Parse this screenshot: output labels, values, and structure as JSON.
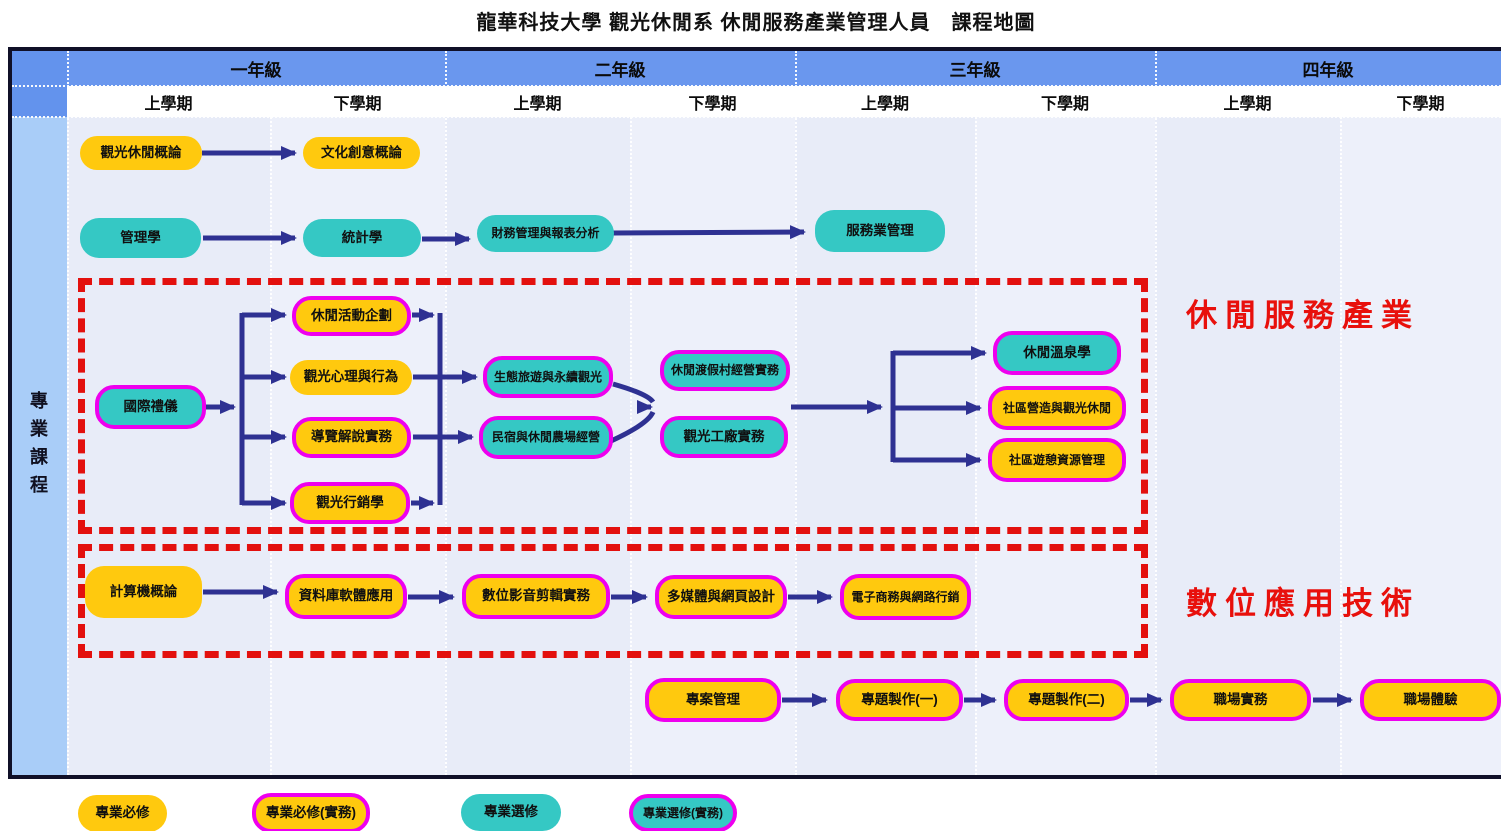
{
  "title": "龍華科技大學 觀光休閒系 休閒服務產業管理人員　課程地圖",
  "table": {
    "section_label": "專業課程",
    "years": [
      {
        "label": "一年級"
      },
      {
        "label": "二年級"
      },
      {
        "label": "三年級"
      },
      {
        "label": "四年級"
      }
    ],
    "semesters": [
      {
        "label": "上學期"
      },
      {
        "label": "下學期"
      },
      {
        "label": "上學期"
      },
      {
        "label": "下學期"
      },
      {
        "label": "上學期"
      },
      {
        "label": "下學期"
      },
      {
        "label": "上學期"
      },
      {
        "label": "下學期"
      }
    ]
  },
  "groups": [
    {
      "label": "休閒服務產業"
    },
    {
      "label": "數位應用技術"
    }
  ],
  "courses": [
    {
      "label": "觀光休閒概論",
      "type": "required"
    },
    {
      "label": "文化創意概論",
      "type": "required"
    },
    {
      "label": "管理學",
      "type": "elective"
    },
    {
      "label": "統計學",
      "type": "elective"
    },
    {
      "label": "財務管理與報表分析",
      "type": "elective"
    },
    {
      "label": "服務業管理",
      "type": "elective"
    },
    {
      "label": "國際禮儀",
      "type": "elective-practical"
    },
    {
      "label": "休閒活動企劃",
      "type": "required-practical"
    },
    {
      "label": "觀光心理與行為",
      "type": "required"
    },
    {
      "label": "導覽解說實務",
      "type": "required-practical"
    },
    {
      "label": "觀光行銷學",
      "type": "required-practical"
    },
    {
      "label": "生態旅遊與永續觀光",
      "type": "elective-practical"
    },
    {
      "label": "民宿與休閒農場經營",
      "type": "elective-practical"
    },
    {
      "label": "休閒渡假村經營實務",
      "type": "elective-practical"
    },
    {
      "label": "觀光工廠實務",
      "type": "elective-practical"
    },
    {
      "label": "休閒溫泉學",
      "type": "elective-practical"
    },
    {
      "label": "社區營造與觀光休閒",
      "type": "required-practical"
    },
    {
      "label": "社區遊憩資源管理",
      "type": "required-practical"
    },
    {
      "label": "計算機概論",
      "type": "required"
    },
    {
      "label": "資料庫軟體應用",
      "type": "required-practical"
    },
    {
      "label": "數位影音剪輯實務",
      "type": "required-practical"
    },
    {
      "label": "多媒體與網頁設計",
      "type": "required-practical"
    },
    {
      "label": "電子商務與網路行銷",
      "type": "required-practical"
    },
    {
      "label": "專案管理",
      "type": "required-practical"
    },
    {
      "label": "專題製作(一)",
      "type": "required-practical"
    },
    {
      "label": "專題製作(二)",
      "type": "required-practical"
    },
    {
      "label": "職場實務",
      "type": "required-practical"
    },
    {
      "label": "職場體驗",
      "type": "required-practical"
    }
  ],
  "legend": [
    {
      "label": "專業必修",
      "type": "required"
    },
    {
      "label": "專業必修(實務)",
      "type": "required-practical"
    },
    {
      "label": "專業選修",
      "type": "elective"
    },
    {
      "label": "專業選修(實務)",
      "type": "elective-practical"
    }
  ],
  "colors": {
    "required_fill": "#FFC90E",
    "elective_fill": "#35C8C4",
    "practical_border": "#EE00EE",
    "arrow": "#2E3192",
    "group_border": "#E3100E",
    "group_label_text": "#E8100C",
    "year_header_bg": "#6A97EE",
    "sidebar_bg": "#A9CDF8",
    "body_bg": "#E9EDF9",
    "table_border": "#101028"
  }
}
